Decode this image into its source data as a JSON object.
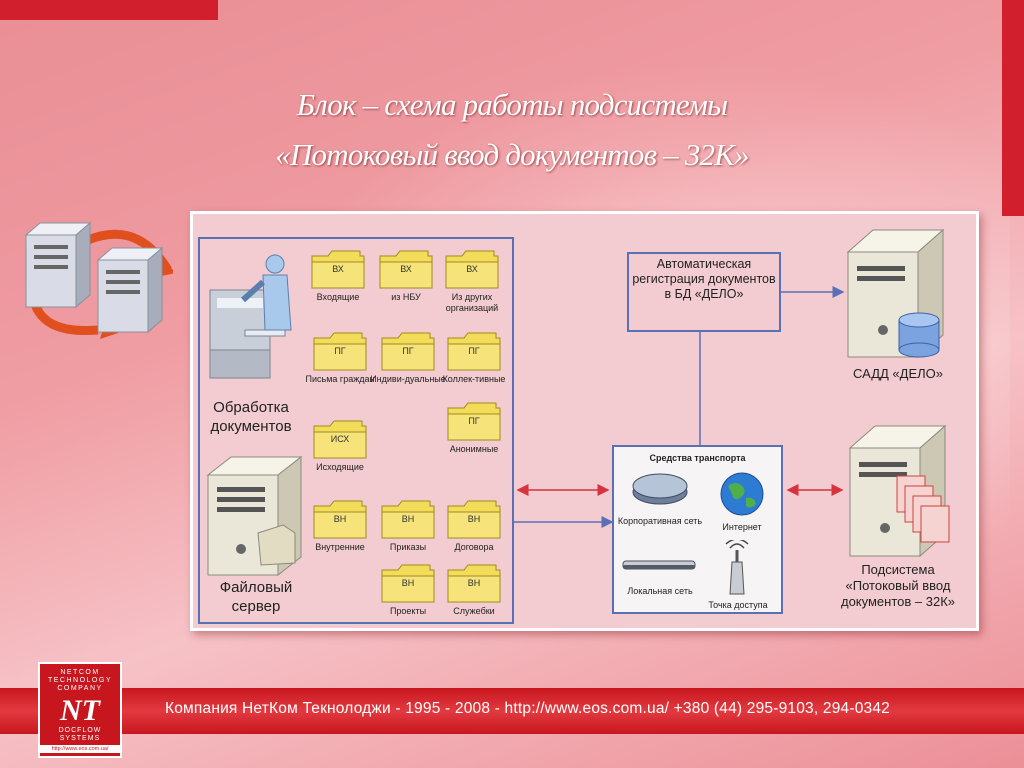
{
  "title": {
    "line1": "Блок – схема работы подсистемы",
    "line2": "«Потоковый ввод документов – 32К»"
  },
  "diagram": {
    "processing_label": "Обработка документов",
    "file_server_label": "Файловый сервер",
    "folders": [
      {
        "tag": "ВХ",
        "label": "Входящие"
      },
      {
        "tag": "ВХ",
        "label": "из НБУ"
      },
      {
        "tag": "ВХ",
        "label": "Из других организаций"
      },
      {
        "tag": "ПГ",
        "label": "Письма граждан"
      },
      {
        "tag": "ПГ",
        "label": "Индиви-дуальные"
      },
      {
        "tag": "ПГ",
        "label": "Коллек-тивные"
      },
      {
        "tag": "ИСХ",
        "label": "Исходящие"
      },
      {
        "tag": "ПГ",
        "label": "Анонимные"
      },
      {
        "tag": "ВН",
        "label": "Внутренние"
      },
      {
        "tag": "ВН",
        "label": "Приказы"
      },
      {
        "tag": "ВН",
        "label": "Договора"
      },
      {
        "tag": "ВН",
        "label": "Проекты"
      },
      {
        "tag": "ВН",
        "label": "Служебки"
      }
    ],
    "auto_registration": "Автоматическая регистрация документов в БД «ДЕЛО»",
    "sadd_label": "САДД «ДЕЛО»",
    "transport": {
      "title": "Средства транспорта",
      "corporate_network": "Корпоративная сеть",
      "internet": "Интернет",
      "local_network": "Локальная сеть",
      "access_point": "Точка доступа"
    },
    "subsystem_label": "Подсистема «Потоковый ввод документов – 32К»"
  },
  "footer": {
    "text": "Компания НетКом Текнолоджи - 1995 - 2008 - http://www.eos.com.ua/ +380 (44) 295-9103, 294-0342"
  },
  "logo": {
    "line1": "NETCOM TECHNOLOGY COMPANY",
    "mark": "NT",
    "line2": "DOCFLOW SYSTEMS",
    "url": "http://www.eos.com.ua/"
  },
  "colors": {
    "accent_red": "#d21f2d",
    "box_border": "#5b6fb5",
    "folder_yellow": "#f3dc5a",
    "arrow_red": "#d8323c"
  }
}
